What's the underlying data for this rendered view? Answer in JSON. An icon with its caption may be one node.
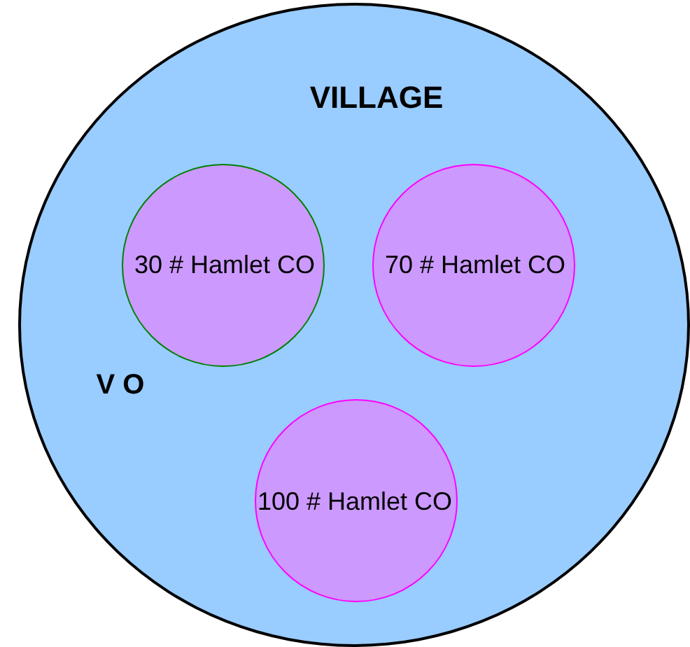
{
  "diagram": {
    "nodes": [
      {
        "text": [
          "VILLAGE",
          "V O"
        ]
      },
      {
        "text": [
          "30 # Hamlet CO"
        ],
        "in": 0
      },
      {
        "text": [
          "70 # Hamlet CO"
        ],
        "in": 0
      },
      {
        "text": [
          "100 # Hamlet CO"
        ],
        "in": 0
      }
    ]
  }
}
